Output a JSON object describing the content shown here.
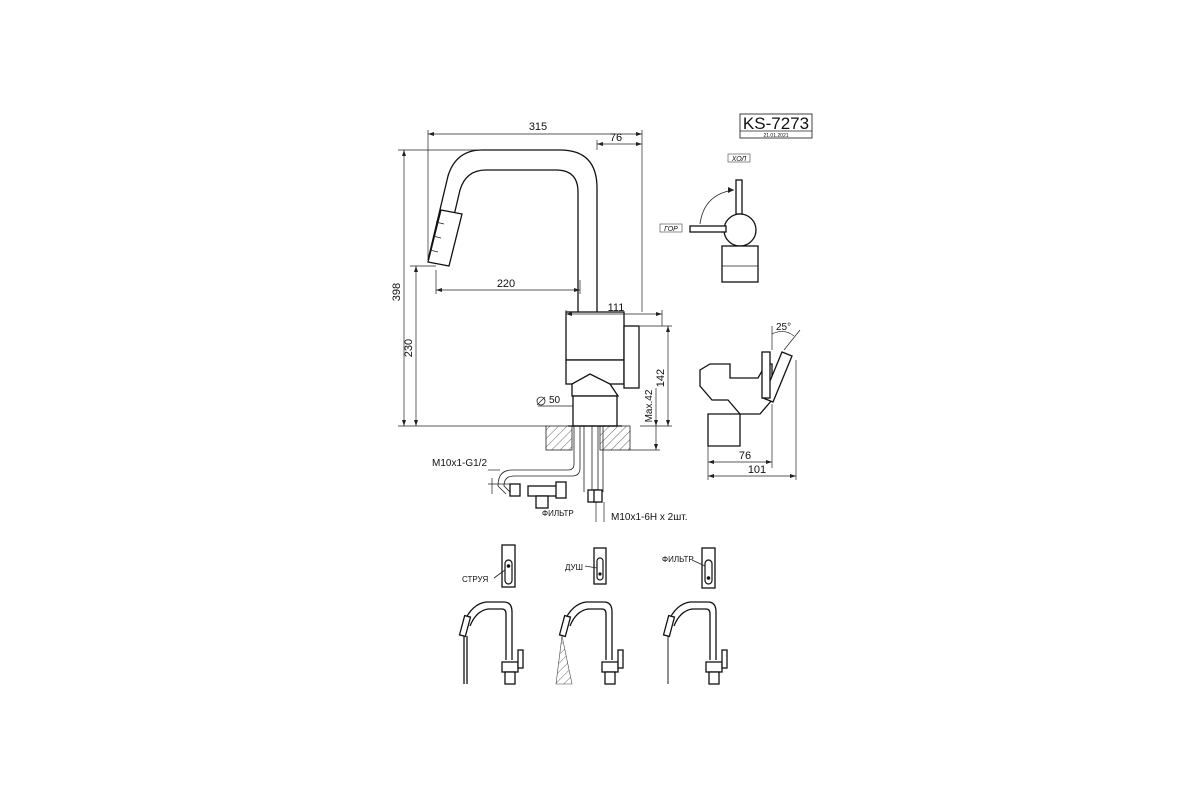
{
  "title": {
    "model": "KS-7273",
    "date": "21.01.2021"
  },
  "dimensions": {
    "total_width": "315",
    "top_offset": "76",
    "total_height": "398",
    "spout_reach": "220",
    "body_height": "230",
    "handle_width": "111",
    "base_height": "142",
    "base_diameter": "50",
    "max_thickness": "Max.42",
    "side_width_76": "76",
    "side_width_101": "101",
    "handle_angle": "25°"
  },
  "connections": {
    "inlet": "M10x1-G1/2",
    "hoses": "M10x1-6H x 2шт.",
    "filter": "ФИЛЬТР"
  },
  "handle_labels": {
    "cold": "ХОЛ",
    "hot": "ГОР"
  },
  "modes": [
    {
      "label": "СТРУЯ"
    },
    {
      "label": "ДУШ"
    },
    {
      "label": "ФИЛЬТР"
    }
  ]
}
